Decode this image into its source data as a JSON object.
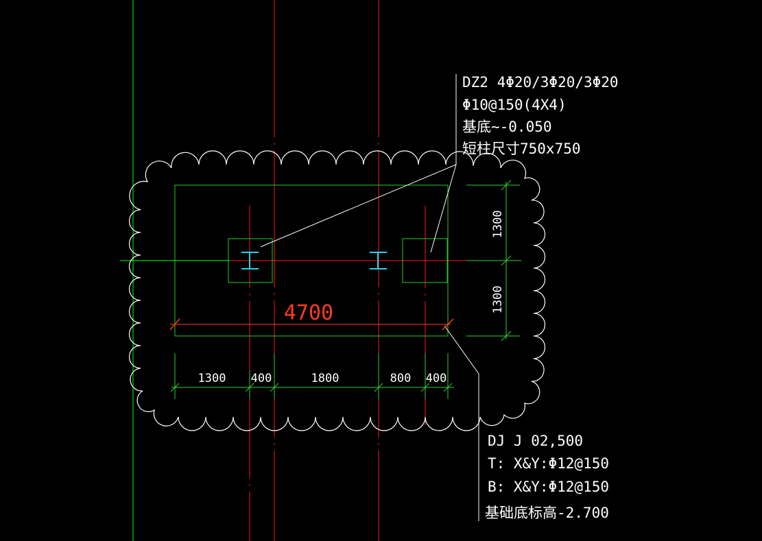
{
  "colors": {
    "background": "#000000",
    "axis_green": "#00ff00",
    "axis_red": "#ff1a1a",
    "outline_green": "#22cc22",
    "dimension_green": "#2fd12f",
    "cloud_white": "#ffffff",
    "leader_white": "#ffffff",
    "text_white": "#ffffff",
    "dimension_red": "#ff3b1f",
    "steel_cyan": "#27d3e6"
  },
  "column_note": {
    "line1": "DZ2 4Φ20/3Φ20/3Φ20",
    "line2": "Φ10@150(4X4)",
    "line3": "基底~-0.050",
    "line4": "短柱尺寸750x750"
  },
  "footing_note": {
    "line1": "DJ J 02,500",
    "line2": "T: X&Y:Φ12@150",
    "line3": "B: X&Y:Φ12@150",
    "line4": "基础底标高-2.700"
  },
  "dimensions": {
    "overall_length": "4700",
    "right_upper": "1300",
    "right_lower": "1300",
    "bottom": [
      "1300",
      "400",
      "1800",
      "800",
      "400"
    ]
  }
}
